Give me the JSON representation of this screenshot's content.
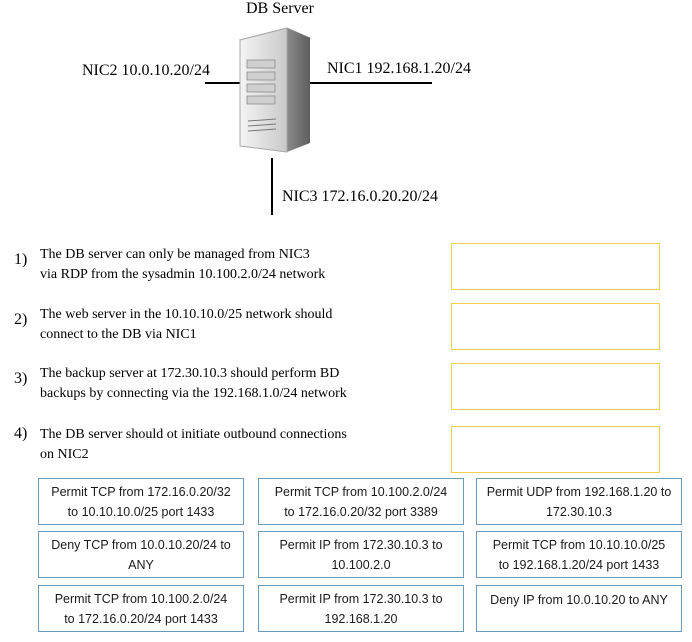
{
  "diagram": {
    "title": "DB Server",
    "nics": [
      {
        "label": "NIC2 10.0.10.20/24"
      },
      {
        "label": "NIC1 192.168.1.20/24"
      },
      {
        "label": "NIC3 172.16.0.20.20/24"
      }
    ],
    "icons": [
      "server-tower-icon"
    ]
  },
  "requirements": [
    {
      "num": "1)",
      "line1": "The DB server can only be managed from NIC3",
      "line2": "via RDP from the sysadmin 10.100.2.0/24 network"
    },
    {
      "num": "2)",
      "line1": "The web server in the 10.10.10.0/25 network should",
      "line2": "connect to the DB via NIC1"
    },
    {
      "num": "3)",
      "line1": "The backup server at 172.30.10.3 should perform BD",
      "line2": "backups by connecting via the 192.168.1.0/24 network"
    },
    {
      "num": "4)",
      "line1": "The DB server should ot initiate outbound connections",
      "line2": "on NIC2"
    }
  ],
  "options": [
    {
      "line1": "Permit TCP from 172.16.0.20/32",
      "line2": "to 10.10.10.0/25 port 1433"
    },
    {
      "line1": "Permit TCP from 10.100.2.0/24",
      "line2": "to 172.16.0.20/32 port 3389"
    },
    {
      "line1": "Permit UDP from 192.168.1.20 to",
      "line2": "172.30.10.3"
    },
    {
      "line1": "Deny TCP from 10.0.10.20/24 to",
      "line2": "ANY"
    },
    {
      "line1": "Permit IP from 172.30.10.3 to",
      "line2": "10.100.2.0"
    },
    {
      "line1": "Permit TCP from 10.10.10.0/25",
      "line2": "to 192.168.1.20/24  port 1433"
    },
    {
      "line1": "Permit TCP from 10.100.2.0/24",
      "line2": "to 172.16.0.20/24 port 1433"
    },
    {
      "line1": "Permit IP from 172.30.10.3 to",
      "line2": "192.168.1.20"
    },
    {
      "line1": "Deny IP from 10.0.10.20 to ANY",
      "line2": ""
    }
  ]
}
